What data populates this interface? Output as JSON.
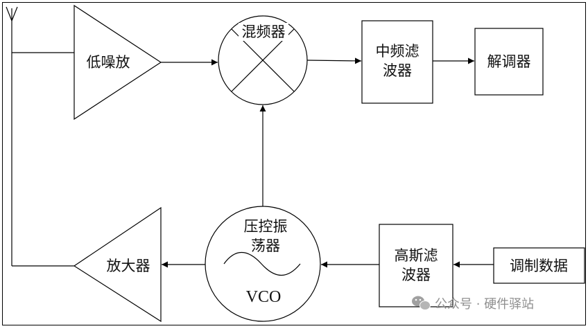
{
  "blocks": {
    "lna": "低噪放",
    "mixer": "混频器",
    "if_filter": [
      "中频滤",
      "波器"
    ],
    "demodulator": "解调器",
    "vco": [
      "压控振",
      "荡器"
    ],
    "vco_tag": "VCO",
    "gauss_filter": [
      "高斯滤",
      "波器"
    ],
    "modulation_data": "调制数据",
    "power_amp": "放大器"
  },
  "watermark": {
    "text": "公众号 · 硬件驿站",
    "icon": "wechat-icon"
  }
}
